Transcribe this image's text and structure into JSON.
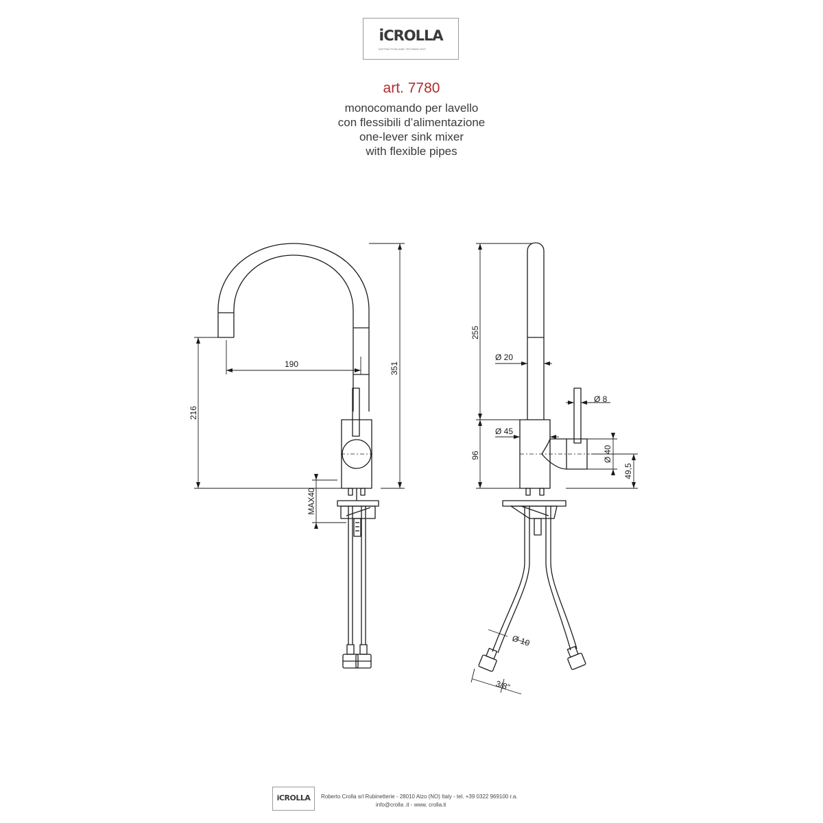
{
  "brand": {
    "name": "CROLLA",
    "initial": "i",
    "tagline": "DISTINCTION AND TECHNOLOGY"
  },
  "header": {
    "art_label": "art.",
    "art_number": "7780",
    "description_lines": [
      "monocomando per lavello",
      "con flessibili d’alimentazione",
      "one-lever sink mixer",
      "with flexible pipes"
    ]
  },
  "dimensions": {
    "spout_reach": "190",
    "total_height": "351",
    "spout_outlet_height": "216",
    "max_deck_thickness": "MAX40",
    "spout_height": "255",
    "body_height": "96",
    "spout_diameter": "Ø 20",
    "lever_diameter": "Ø 8",
    "body_diameter": "Ø 45",
    "cartridge_diameter": "Ø 40",
    "lever_axis_height": "49,5",
    "hose_diameter": "Ø 10",
    "hose_connection": "3/8\""
  },
  "footer": {
    "line1": "Roberto Crolla srl Rubinetterie  -  28010 Alzo (NO) Italy  - tel. +39 0322 969100 r.a.",
    "line2": "info@crolla .it  -  www. crolla.it"
  }
}
